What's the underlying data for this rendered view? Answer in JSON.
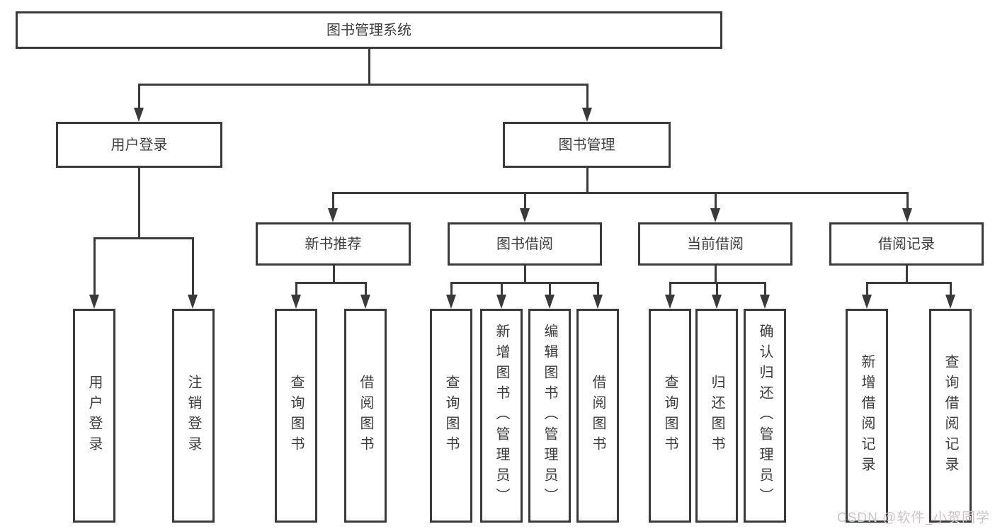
{
  "tree": {
    "root": "图书管理系统",
    "level2": [
      "用户登录",
      "图书管理"
    ],
    "level3": [
      "新书推荐",
      "图书借阅",
      "当前借阅",
      "借阅记录"
    ],
    "leaves": [
      [
        "用户登录",
        "注销登录"
      ],
      [
        "查询图书",
        "借阅图书"
      ],
      [
        "查询图书",
        "新增图书（管理员）",
        "编辑图书（管理员）",
        "借阅图书"
      ],
      [
        "查询图书",
        "归还图书",
        "确认归还（管理员）"
      ],
      [
        "新增借阅记录",
        "查询借阅记录"
      ]
    ]
  },
  "watermark": "CSDN @软件_小贺同学",
  "colors": {
    "line": "#3a3a3a",
    "text": "#3c3c3c",
    "watermark": "#cdc4c8",
    "background": "#ffffff"
  }
}
